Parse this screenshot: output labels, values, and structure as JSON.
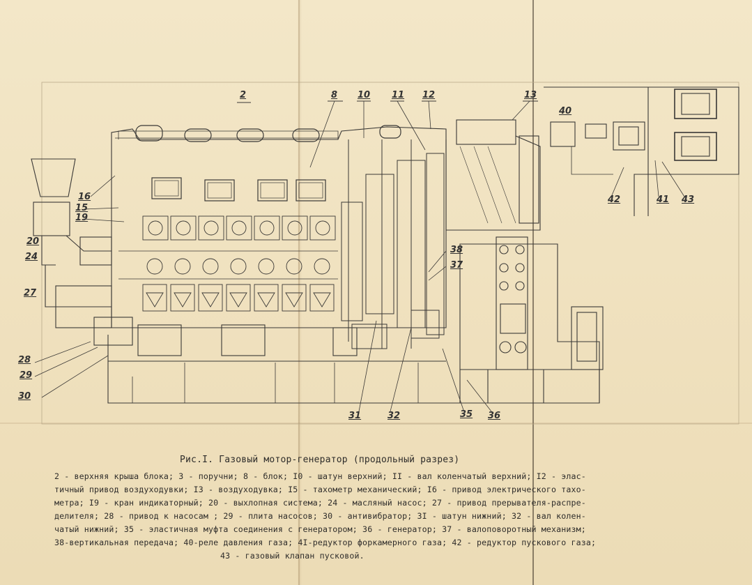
{
  "callouts": {
    "c2": "2",
    "c8": "8",
    "c10": "10",
    "c11": "11",
    "c12": "12",
    "c13": "13",
    "c16": "16",
    "c15": "15",
    "c19": "19",
    "c20": "20",
    "c24": "24",
    "c27": "27",
    "c28": "28",
    "c29": "29",
    "c30": "30",
    "c31": "31",
    "c32": "32",
    "c35": "35",
    "c36": "36",
    "c37": "37",
    "c38": "38",
    "c40": "40",
    "c41": "41",
    "c42": "42",
    "c43": "43"
  },
  "caption": {
    "title": "Рис.I. Газовый мотор-генератор (продольный разрез)",
    "lines": [
      "2 - верхняя крыша блока; 3 - поручни; 8 - блок; I0 - шатун верхний; II - вал коленчатый верхний; I2 - элас-",
      "тичный привод воздуходувки; I3 - воздуходувка; I5 - тахометр механический; I6 - привод электрического тахо-",
      "метра; I9 - кран индикаторный; 20 - выхлопная система; 24 - масляный насос; 27 - привод прерывателя-распре-",
      "делителя; 28 - привод к насосам ; 29 - плита насосов; 30 - антивибратор; 3I - шатун нижний; 32 - вал колен-",
      "чатый нижний; 35 - эластичная муфта соединения с генератором; 36 - генератор; 37 - валоповоротный механизм;",
      "38-вертикальная передача; 40-реле давления газа; 4I-редуктор форкамерного газа; 42 - редуктор пускового газа;",
      "43 - газовый клапан пусковой."
    ]
  }
}
